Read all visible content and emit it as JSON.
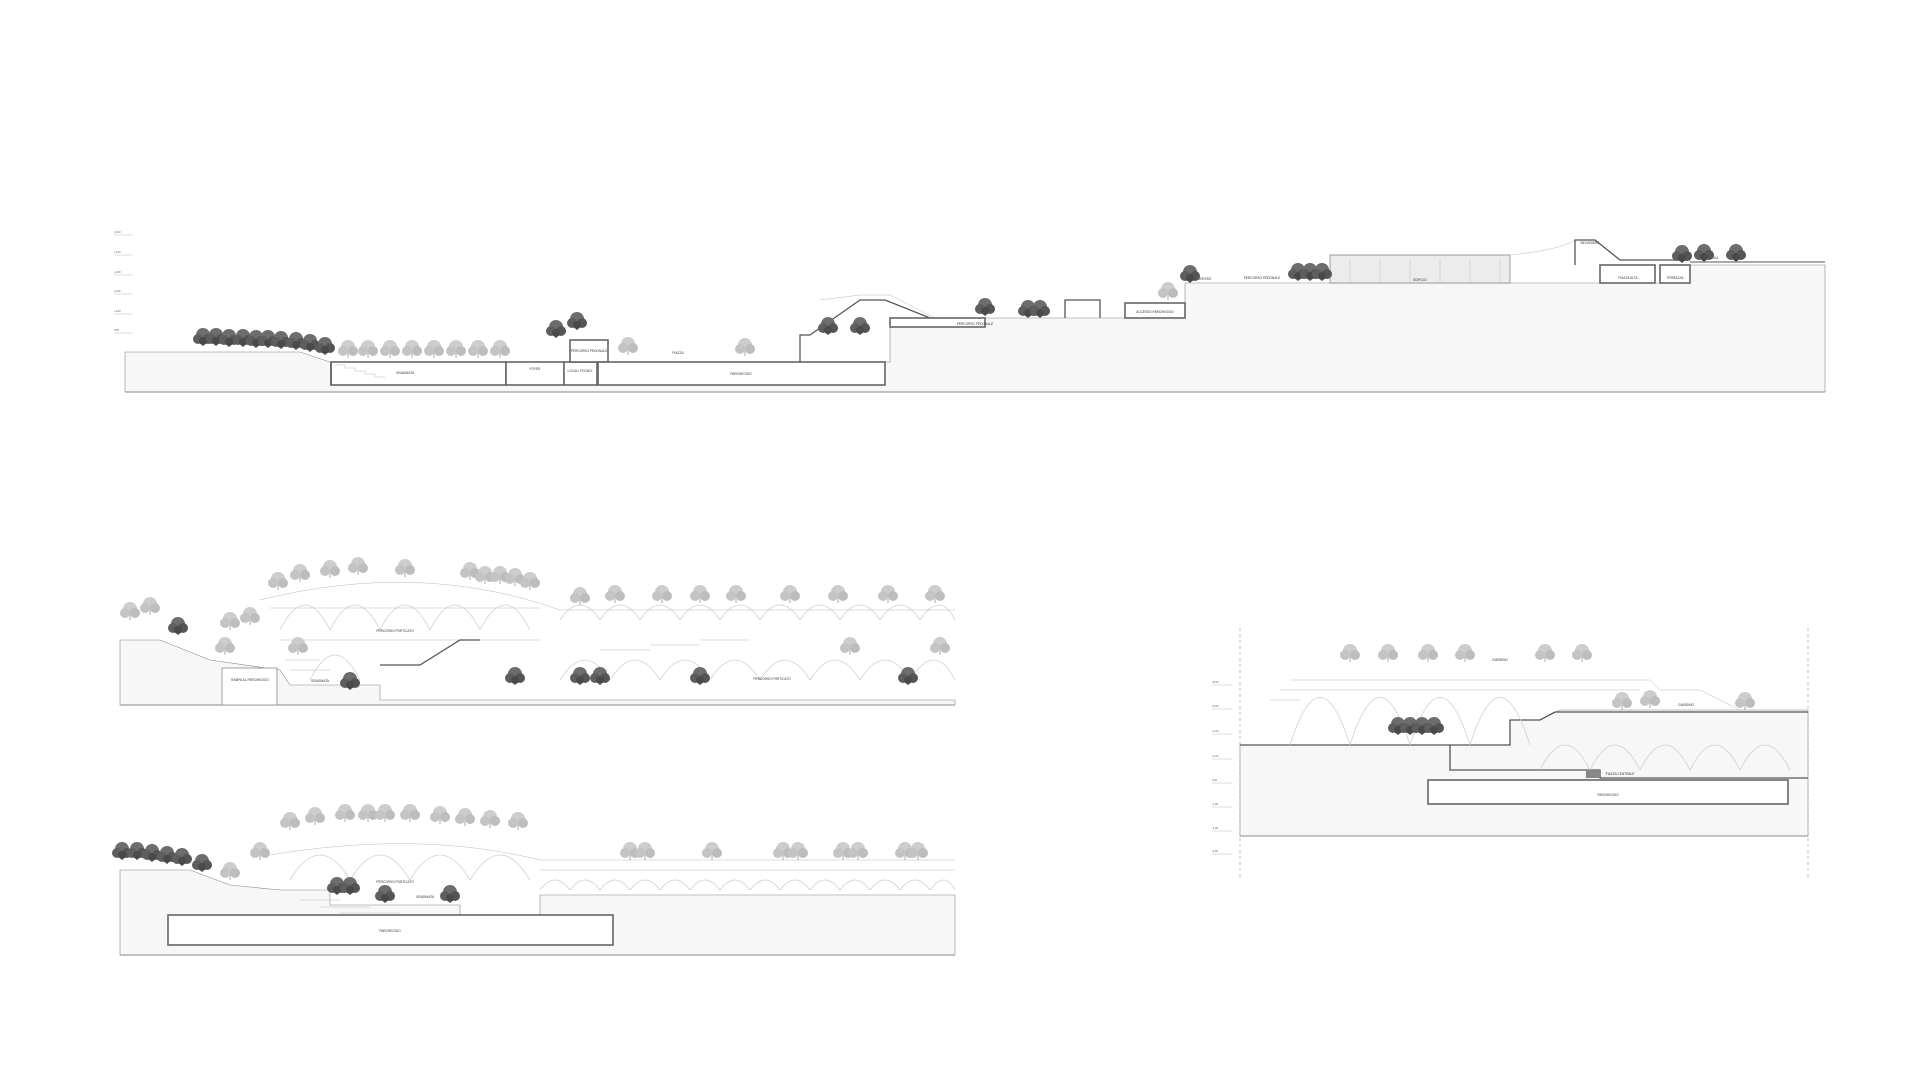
{
  "drawing": {
    "levels_top": [
      "+5.00",
      "+4.00",
      "+3.00",
      "+2.00",
      "+1.00",
      "0.00"
    ],
    "levels_right": [
      "+8.00",
      "+6.00",
      "+4.00",
      "+2.00",
      "0.00",
      "-2.00",
      "-4.00",
      "-6.00"
    ],
    "labels": {
      "gradinata_1": "GRADINATA",
      "foyer": "FOYER",
      "locali_tecnici": "LOCALI TECNICI",
      "percorso_pedonale_1": "PERCORSO PEDONALE",
      "piazza_1": "PIAZZA",
      "parcheggio_1": "PARCHEGGIO",
      "percorso_pedonale_2": "PERCORSO PEDONALE",
      "accesso_parcheggio": "ACCESSO PARCHEGGIO",
      "ingresso": "INGRESSO",
      "percorso_pedonale_3": "PERCORSO PEDONALE",
      "edificio": "EDIFICIO",
      "piazza_alta": "PIAZZA ALTA",
      "terrazza": "TERRAZZA",
      "belvedere": "BELVEDERE",
      "strada": "STRADA",
      "percorso_porticato_1": "PERCORSO PORTICATO",
      "rampa_parcheggio": "RAMPA AL PARCHEGGIO",
      "gradinata_2": "GRADINATA",
      "percorso_porticato_2": "PERCORSO PORTICATO",
      "percorso_porticato_3": "PERCORSO PORTICATO",
      "gradinata_3": "GRADINATA",
      "parcheggio_2": "PARCHEGGIO",
      "giardino": "GIARDINO",
      "giardino_2": "GIARDINO",
      "piazza_centrale": "PIAZZA CENTRALE",
      "parcheggio_3": "PARCHEGGIO"
    }
  }
}
